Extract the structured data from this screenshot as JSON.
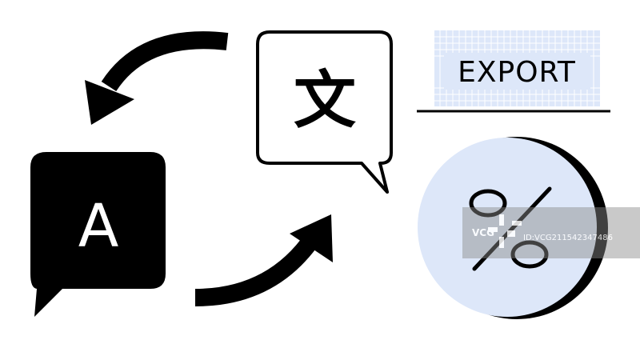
{
  "speech_bubble_left": {
    "letter": "A",
    "icon": "letter-a-speech-bubble"
  },
  "speech_bubble_right": {
    "character": "文",
    "icon": "chinese-character-speech-bubble"
  },
  "export_sign": {
    "label": "EXPORT"
  },
  "percent_circle": {
    "symbol": "%"
  },
  "watermark": {
    "logo_text": "VCG",
    "id_text": "ID:VCG211542347486"
  },
  "colors": {
    "ink": "#000000",
    "paper": "#ffffff",
    "accent_blue": "#dde7f9",
    "watermark_gray": "#8a8a8a"
  }
}
